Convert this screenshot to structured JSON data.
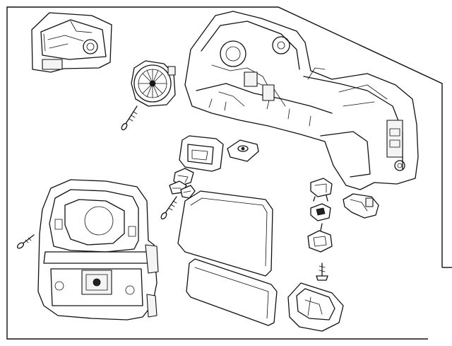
{
  "diagram": {
    "type": "exploded-parts-view",
    "style": "black line art on white",
    "parts": [
      "housing-bracket",
      "actuator-motor",
      "mirror-housing-assembly",
      "screw",
      "puddle-lamp",
      "clip",
      "nut-retainer",
      "retainer-clips",
      "mirror-cover",
      "mirror-glass",
      "signal-lamp-lens",
      "socket-upper",
      "socket-middle",
      "socket-lower",
      "connector",
      "bolt",
      "lamp-housing"
    ]
  }
}
